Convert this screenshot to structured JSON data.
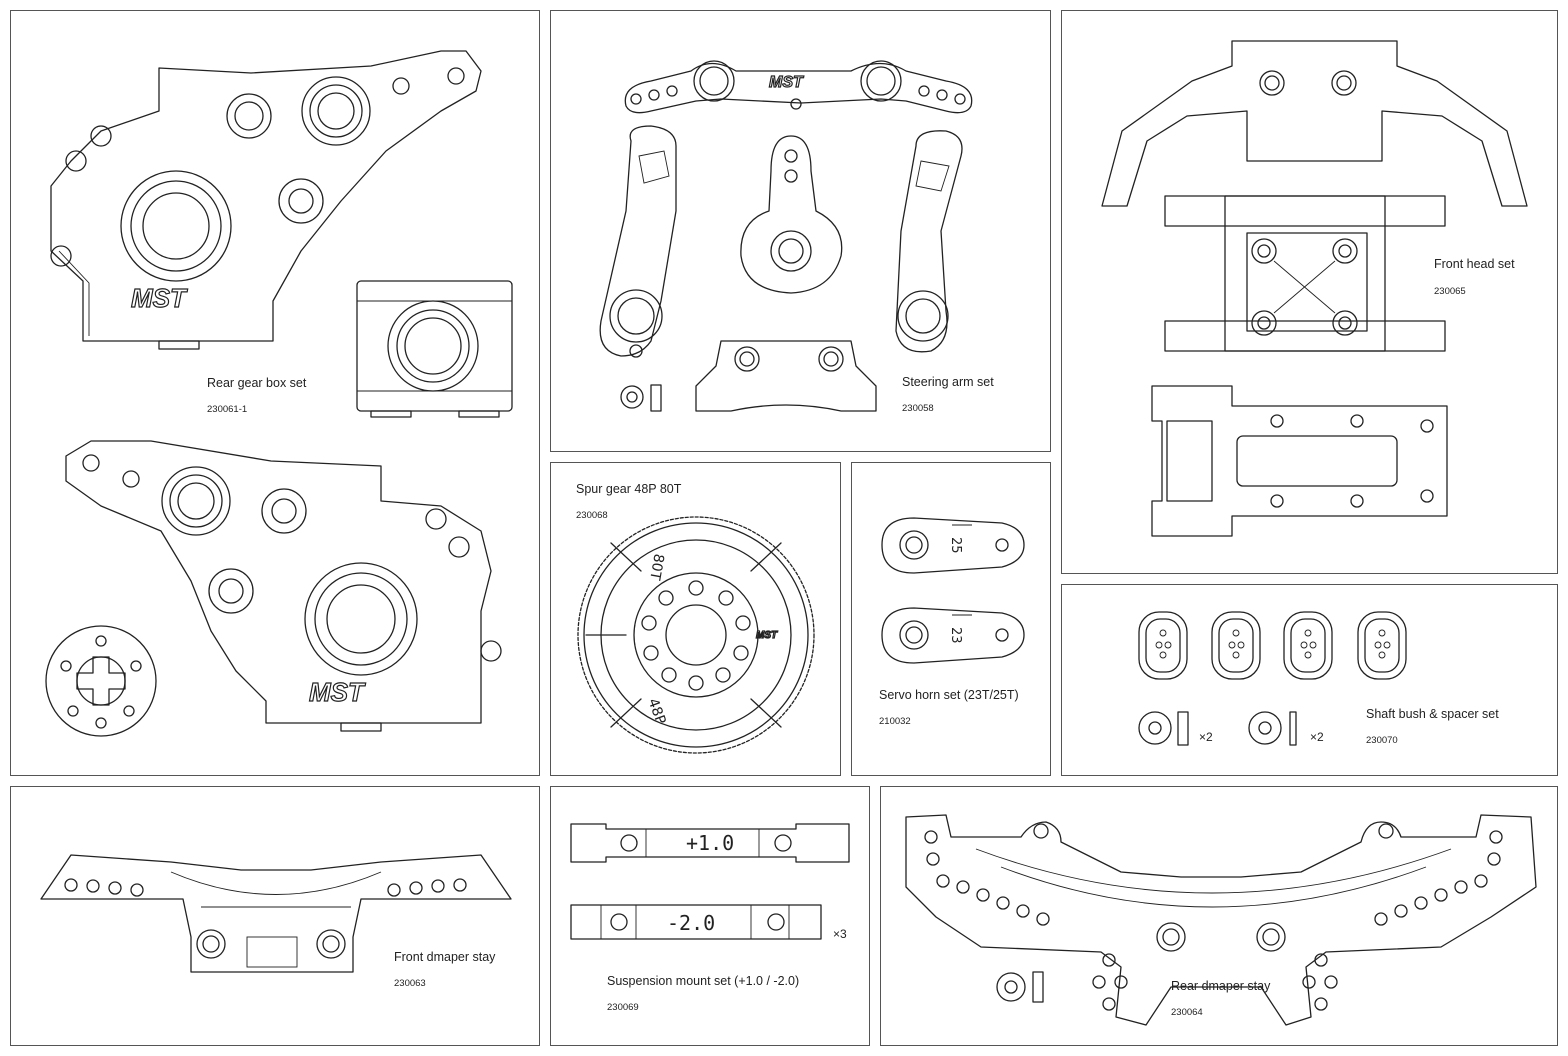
{
  "panels": {
    "rear_gearbox": {
      "name": "Rear gear box set",
      "code": "230061-1",
      "logo": "MST"
    },
    "steering_arm": {
      "name": "Steering arm set",
      "code": "230058",
      "logo": "MST"
    },
    "front_head": {
      "name": "Front head set",
      "code": "230065"
    },
    "spur_gear": {
      "name": "Spur gear 48P 80T",
      "code": "230068",
      "mark_teeth": "80T",
      "mark_pitch": "48P",
      "logo": "MST"
    },
    "servo_horn": {
      "name": "Servo horn set (23T/25T)",
      "code": "210032",
      "mark_top": "25",
      "mark_bottom": "23"
    },
    "shaft_bush": {
      "name": "Shaft bush & spacer set",
      "code": "230070",
      "qty_left": "×2",
      "qty_right": "×2"
    },
    "front_damper": {
      "name": "Front dmaper stay",
      "code": "230063"
    },
    "suspension_mount": {
      "name": "Suspension mount set (+1.0 / -2.0)",
      "code": "230069",
      "mark_top": "+1.0",
      "mark_bottom": "-2.0",
      "qty": "×3"
    },
    "rear_damper": {
      "name": "Rear dmaper stay",
      "code": "230064"
    }
  }
}
